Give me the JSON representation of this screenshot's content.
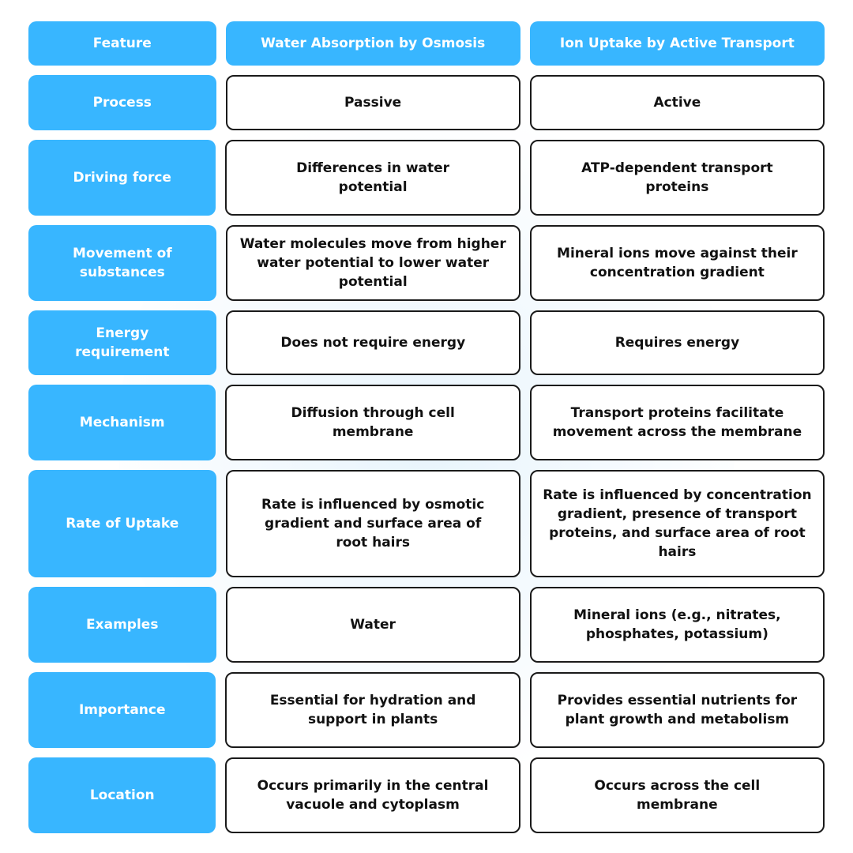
{
  "header": {
    "feature": "Feature",
    "osmosis": "Water Absorption by Osmosis",
    "active": "Ion Uptake by Active Transport"
  },
  "rows": [
    {
      "feature": "Process",
      "osmosis": "Passive",
      "active": "Active"
    },
    {
      "feature": "Driving force",
      "osmosis": "Differences in water potential",
      "active": "ATP-dependent transport proteins"
    },
    {
      "feature": "Movement of substances",
      "osmosis": "Water molecules move from higher water potential to lower water potential",
      "active": "Mineral ions move against their concentration gradient"
    },
    {
      "feature": "Energy requirement",
      "osmosis": "Does not require energy",
      "active": "Requires energy"
    },
    {
      "feature": "Mechanism",
      "osmosis": "Diffusion through cell membrane",
      "active": "Transport proteins facilitate movement across the membrane"
    },
    {
      "feature": "Rate of Uptake",
      "osmosis": "Rate is influenced by osmotic gradient and surface area of root hairs",
      "active": "Rate is influenced by concentration gradient, presence of transport proteins, and surface area of root hairs"
    },
    {
      "feature": "Examples",
      "osmosis": "Water",
      "active": "Mineral ions (e.g., nitrates, phosphates, potassium)"
    },
    {
      "feature": "Importance",
      "osmosis": "Essential for hydration and support in plants",
      "active": "Provides essential nutrients for plant growth and metabolism"
    },
    {
      "feature": "Location",
      "osmosis": "Occurs primarily in the central vacuole and cytoplasm",
      "active": "Occurs across the cell membrane"
    }
  ],
  "colors": {
    "accent": "#38b6ff",
    "border": "#1a1a1a",
    "text_dark": "#111111",
    "text_light": "#ffffff"
  }
}
